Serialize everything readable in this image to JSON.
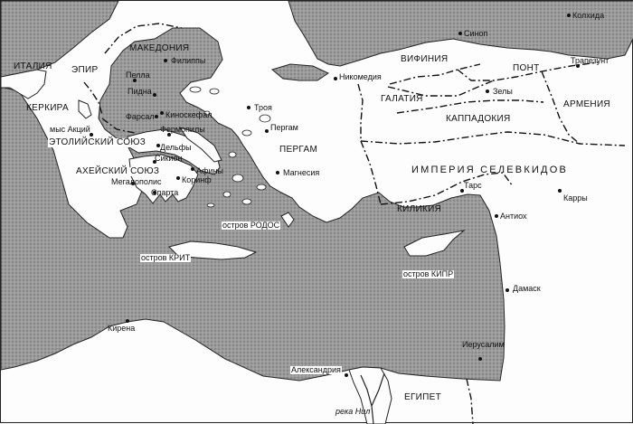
{
  "colors": {
    "sea": "#9a9a9a",
    "land": "#fdfdfd",
    "ink": "#111111",
    "border": "#222222"
  },
  "regions": {
    "makedonia": "МАКЕДОНИЯ",
    "italia": "ИТАЛИЯ",
    "epir": "ЭПИР",
    "kerkira": "КЕРКИРА",
    "aetolia": "ЭТОЛИЙСКИЙ СОЮЗ",
    "achaea": "АХЕЙСКИЙ СОЮЗ",
    "bithynia": "ВИФИНИЯ",
    "pont": "ПОНТ",
    "galatia": "ГАЛАТИЯ",
    "cappadocia": "КАППАДОКИЯ",
    "armenia": "АРМЕНИЯ",
    "pergam": "ПЕРГАМ",
    "seleucids": "ИМПЕРИЯ СЕЛЕВКИДОВ",
    "cilicia": "КИЛИКИЯ",
    "egypt": "ЕГИПЕТ"
  },
  "islands": {
    "rhodes": "остров РОДОС",
    "crete": "остров КРИТ",
    "cyprus": "остров КИПР"
  },
  "river": {
    "nile": "река Нил"
  },
  "cities": {
    "colchis": "Колхида",
    "sinope": "Синоп",
    "trapezunt": "Трапезунт",
    "philippi": "Филиппы",
    "pella": "Пелла",
    "pydna": "Пидна",
    "nicomedia": "Никомедия",
    "zela": "Зелы",
    "pharsalus": "Фарсал",
    "cynoscephalae": "Киноскефал",
    "troy": "Троя",
    "actium": "мыс Акций",
    "thermopylae": "Фермопилы",
    "pergamon": "Пергам",
    "delphi": "Дельфы",
    "sicyon": "Сикион",
    "athens": "Афины",
    "corinth": "Коринф",
    "megalopolis": "Мегалополис",
    "sparta": "Спарта",
    "magnesia": "Магнесия",
    "tarsus": "Тарс",
    "carrhae": "Карры",
    "antioch": "Антиох",
    "damascus": "Дамаск",
    "cyrene": "Кирена",
    "jerusalem": "Иерусалим",
    "alexandria": "Александрия"
  }
}
